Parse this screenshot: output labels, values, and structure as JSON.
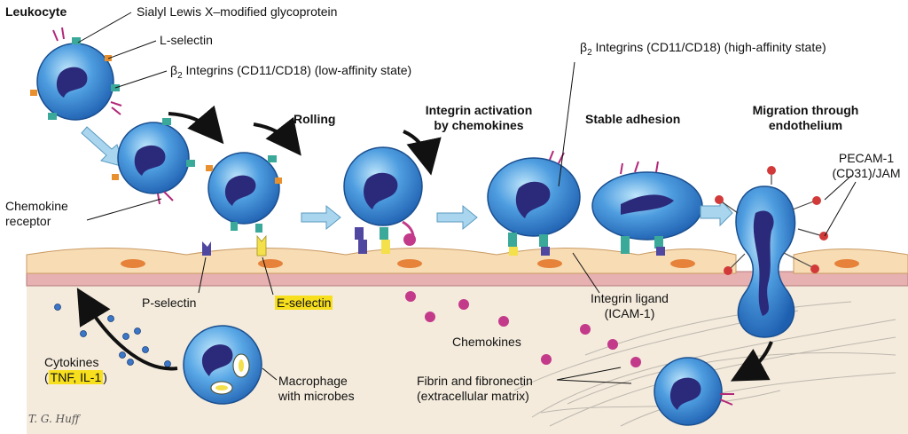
{
  "labels": {
    "leukocyte": "Leukocyte",
    "sialyl": "Sialyl Lewis X–modified glycoprotein",
    "lselectin": "L-selectin",
    "beta2_low_prefix": "β",
    "beta2_low_sub": "2",
    "beta2_low_rest": " Integrins (CD11/CD18) (low-affinity state)",
    "beta2_high_prefix": "β",
    "beta2_high_sub": "2",
    "beta2_high_rest": " Integrins (CD11/CD18) (high-affinity state)",
    "rolling": "Rolling",
    "integrin_activation_1": "Integrin activation",
    "integrin_activation_2": "by chemokines",
    "stable_adhesion": "Stable adhesion",
    "migration_1": "Migration through",
    "migration_2": "endothelium",
    "pecam_1": "PECAM-1",
    "pecam_2": "(CD31)/JAM",
    "chemokine_receptor_1": "Chemokine",
    "chemokine_receptor_2": "receptor",
    "pselectin": "P-selectin",
    "eselectin": "E-selectin",
    "integrin_ligand_1": "Integrin ligand",
    "integrin_ligand_2": "(ICAM-1)",
    "chemokines": "Chemokines",
    "cytokines_1": "Cytokines",
    "cytokines_open": "(",
    "cytokines_hl": "TNF, IL-1",
    "cytokines_close": ")",
    "macrophage_1": "Macrophage",
    "macrophage_2": "with microbes",
    "fibrin_1": "Fibrin and fibronectin",
    "fibrin_2": "(extracellular matrix)",
    "signature": "T. G. Huff"
  },
  "colors": {
    "cell": "#2f7fd0",
    "cell_light": "#9fd3f5",
    "nucleus": "#2b2a7a",
    "endothelium": "#f7dcb4",
    "nucleus_endo": "#e6823a",
    "basement": "#e8b1b1",
    "tissue": "#f4ebdc",
    "highlight": "#f7df1e",
    "integrin": "#3aa99a",
    "lselectin": "#e8902e",
    "glyco": "#b2287a",
    "chemokine": "#c33a8a",
    "pecam": "#d23a3a",
    "arrow_light": "#a9d6ee"
  }
}
